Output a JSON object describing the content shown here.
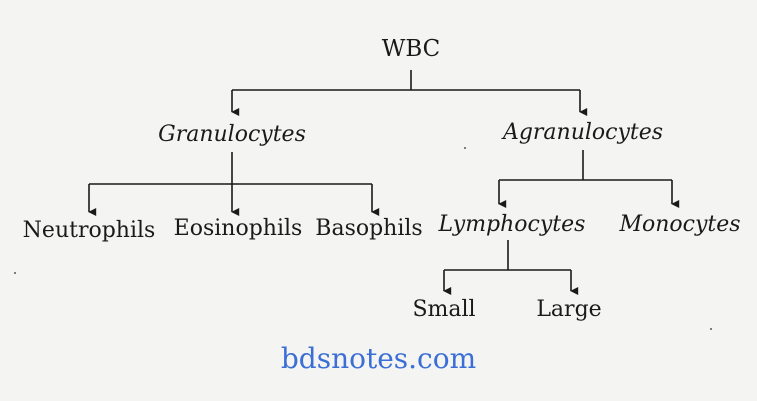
{
  "root": "WBC",
  "granulocytes": {
    "label": "Granulocytes",
    "children": [
      "Neutrophils",
      "Eosinophils",
      "Basophils"
    ]
  },
  "agranulocytes": {
    "label": "Agranulocytes",
    "children": [
      "Lymphocytes",
      "Monocytes"
    ]
  },
  "lymphocytes": {
    "children": [
      "Small",
      "Large"
    ]
  },
  "watermark": "bdsnotes.com",
  "colors": {
    "line": "#1a1a1a",
    "watermark": "#3b6fd6",
    "background": "#f4f4f2"
  }
}
